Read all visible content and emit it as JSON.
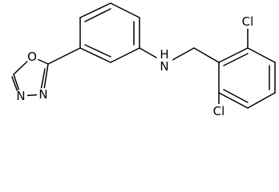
{
  "molecule": {
    "atoms": {
      "oxygen": "O",
      "nitrogen_ring_1": "N",
      "nitrogen_ring_2": "N",
      "amine": "H\nN",
      "chlorine_top": "Cl",
      "chlorine_bottom": "Cl"
    },
    "colors": {
      "bond": "#000000",
      "text": "#000000",
      "background": "#ffffff"
    }
  }
}
